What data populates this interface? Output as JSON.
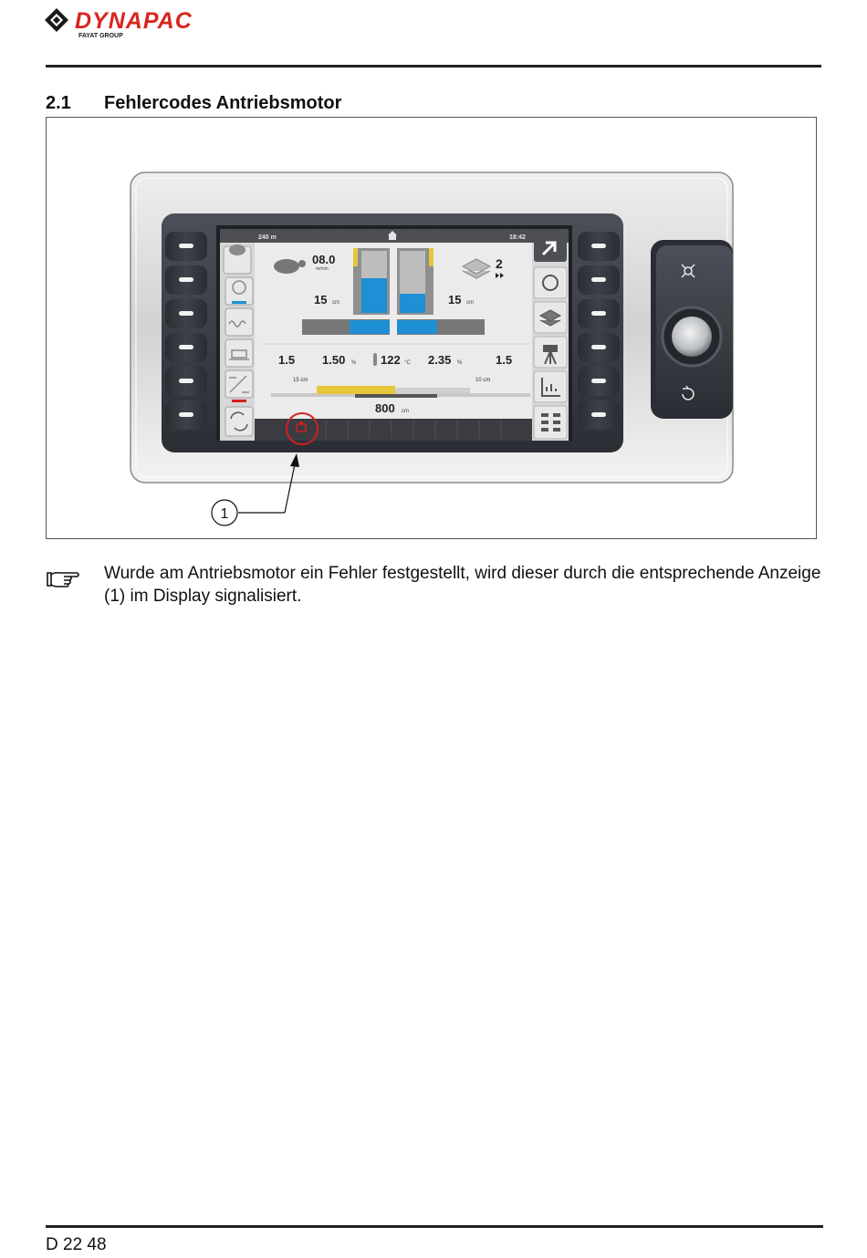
{
  "header": {
    "brand": "DYNAPAC",
    "brand_sub": "FAYAT GROUP"
  },
  "section": {
    "number": "2.1",
    "title": "Fehlercodes Antriebsmotor"
  },
  "display": {
    "topbar": {
      "distance": "240 m",
      "time": "18:42"
    },
    "speed": {
      "value": "08.0",
      "unit": "m/min"
    },
    "layer": {
      "value": "2"
    },
    "height_left": {
      "value": "15",
      "unit": "cm"
    },
    "height_right": {
      "value": "15",
      "unit": "cm"
    },
    "readouts": {
      "slope_left": "1.5",
      "crown_left": "1.50",
      "crown_left_unit": "%",
      "temperature": "122",
      "temperature_unit": "°C",
      "crown_right": "2.35",
      "crown_right_unit": "%",
      "slope_right": "1.5"
    },
    "extension_left": "15 cm",
    "extension_right": "10 cm",
    "width": {
      "value": "800",
      "unit": "cm"
    }
  },
  "callout": {
    "label": "1"
  },
  "note": {
    "icon": "pointing-hand-icon",
    "text": "Wurde am Antriebsmotor ein Fehler festgestellt, wird dieser durch die entsprechende Anzeige (1) im Display signalisiert."
  },
  "footer": {
    "doc_number": "D 22 48"
  },
  "colors": {
    "brand_red": "#d7261e",
    "bar_blue": "#1f8fd6",
    "screed_yellow": "#e8c63a",
    "alert_red": "#d21f1f"
  }
}
